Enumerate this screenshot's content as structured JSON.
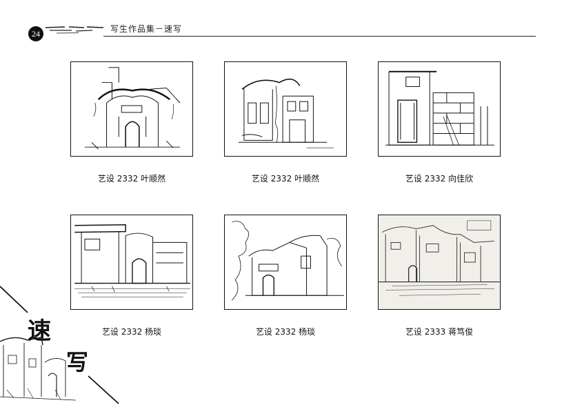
{
  "header": {
    "page_number": "24",
    "title": "写生作品集－速写"
  },
  "gallery": [
    {
      "caption": "艺设 2332 叶顺然",
      "icon": "village-gate-sketch"
    },
    {
      "caption": "艺设 2332 叶顺然",
      "icon": "overgrown-house-sketch"
    },
    {
      "caption": "艺设 2332 向佳欣",
      "icon": "old-wall-door-sketch"
    },
    {
      "caption": "艺设 2332 杨琰",
      "icon": "village-street-sketch"
    },
    {
      "caption": "艺设 2332 杨琰",
      "icon": "trees-house-sketch"
    },
    {
      "caption": "艺设 2333 蒋笃俊",
      "icon": "huizhou-houses-sketch"
    }
  ],
  "corner": {
    "char_1": "速",
    "char_2": "写"
  }
}
